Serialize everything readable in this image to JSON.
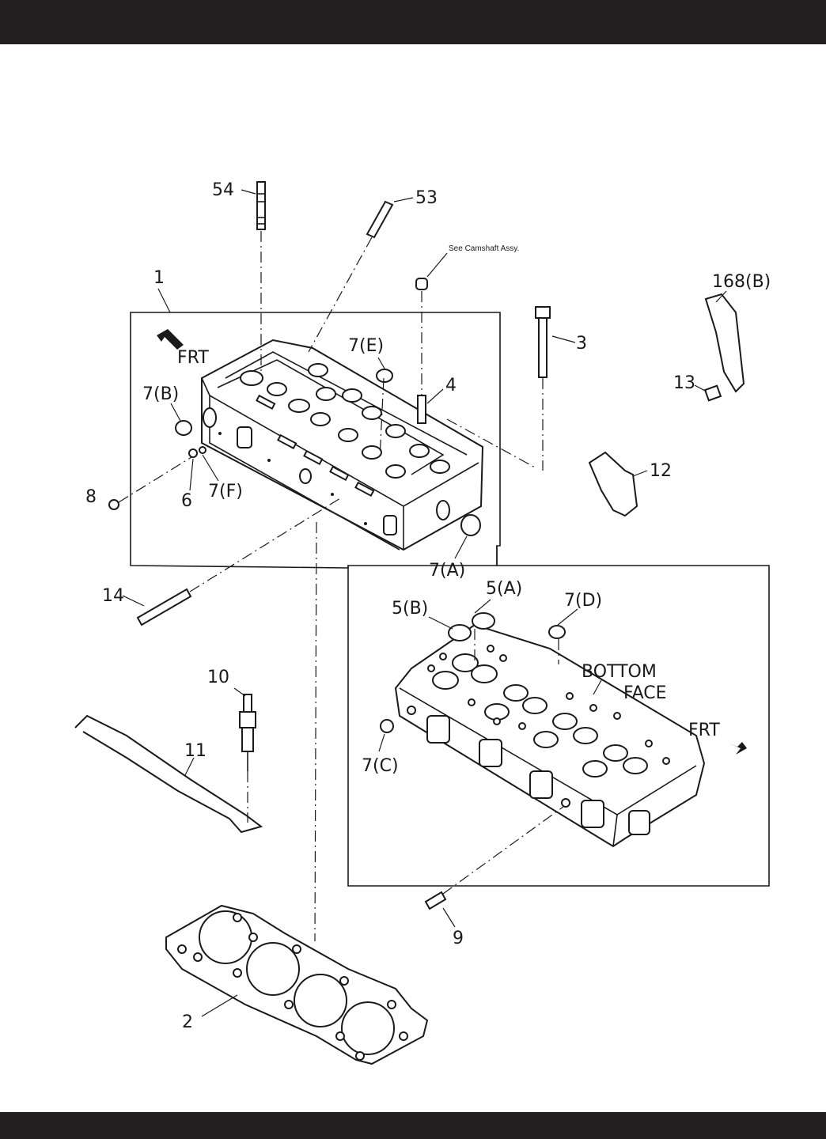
{
  "colors": {
    "band": "#231f20",
    "ink": "#1a1a1a",
    "paper": "#ffffff"
  },
  "labels": {
    "p54": "54",
    "p53": "53",
    "see_camshaft": "See Camshaft Assy.",
    "p1": "1",
    "p168b": "168(B)",
    "p3": "3",
    "p7e": "7(E)",
    "frt_top": "FRT",
    "p4": "4",
    "p7b": "7(B)",
    "p13": "13",
    "p12": "12",
    "p8": "8",
    "p6": "6",
    "p7f": "7(F)",
    "p7a": "7(A)",
    "p14": "14",
    "p5a": "5(A)",
    "p5b": "5(B)",
    "p7d": "7(D)",
    "bottom": "BOTTOM",
    "face": "FACE",
    "frt_bottom": "FRT",
    "p10": "10",
    "p11": "11",
    "p7c": "7(C)",
    "p9": "9",
    "p2": "2"
  }
}
